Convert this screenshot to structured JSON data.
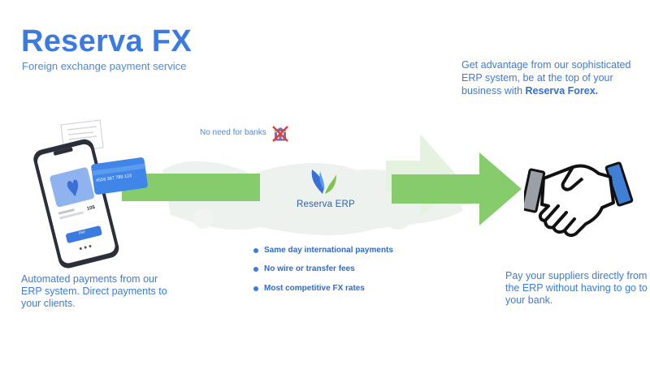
{
  "header": {
    "title": "Reserva FX",
    "subtitle": "Foreign exchange payment service"
  },
  "tagline": {
    "prefix": "Get advantage from our sophisticated ERP system, be at the top of your business with ",
    "brand": "Reserva Forex."
  },
  "flow": {
    "no_banks_label": "No need for banks",
    "center_brand": "Reserva ERP",
    "bullets": [
      "Same day international payments",
      "No wire or transfer fees",
      "Most competitive FX rates"
    ]
  },
  "phone": {
    "card_number": "4556 367 789 123",
    "amount": "10$",
    "pay_label": "PAY"
  },
  "captions": {
    "left": "Automated payments from our ERP system. Direct payments to your clients.",
    "right": "Pay your suppliers directly from the ERP without having to go to your bank."
  },
  "colors": {
    "accent": "#3b7be0",
    "arrow_green": "#86cc6c",
    "arrow_faded": "#e6f2e0",
    "map_faded": "#eef2ee"
  }
}
